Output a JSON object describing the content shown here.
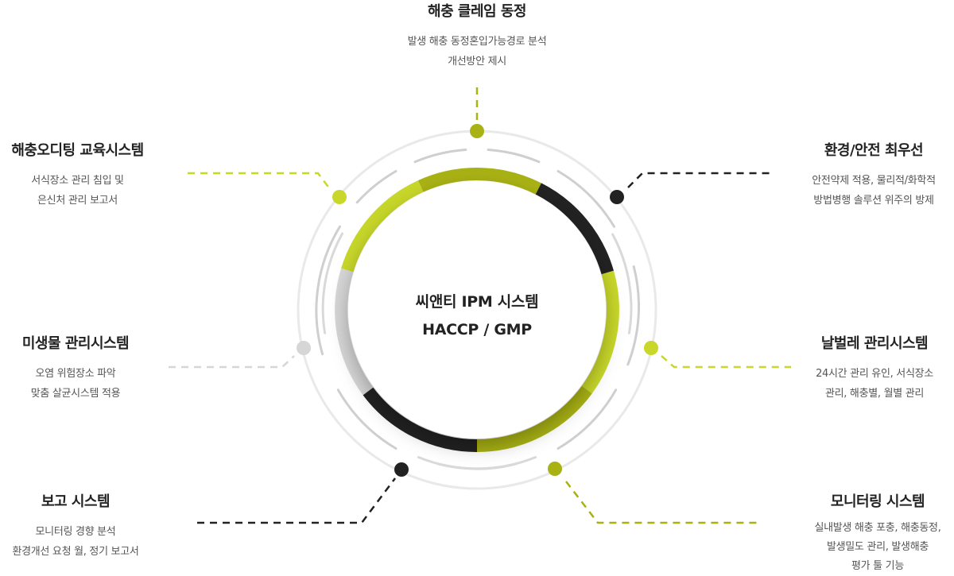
{
  "center": {
    "line1": "씨앤티 IPM 시스템",
    "line2": "HACCP / GMP"
  },
  "colors": {
    "lime": "#c8d72a",
    "olive": "#a9b214",
    "black": "#222222",
    "gray": "#d6d6d6"
  },
  "features": {
    "top": {
      "title": "해충 클레임 동정",
      "desc": [
        "발생 해충 동정혼입가능경로 분석",
        "개선방안 제시"
      ]
    },
    "upper_left": {
      "title": "해충오디팅 교육시스템",
      "desc": [
        "서식장소 관리 침입 및",
        "은신처 관리 보고서"
      ]
    },
    "upper_right": {
      "title": "환경/안전 최우선",
      "desc": [
        "안전약제 적용, 물리적/화학적",
        "방법병행 솔루션 위주의 방제"
      ]
    },
    "mid_left": {
      "title": "미생물 관리시스템",
      "desc": [
        "오염 위험장소 파악",
        "맞춤 살균시스템 적용"
      ]
    },
    "mid_right": {
      "title": "날벌레 관리시스템",
      "desc": [
        "24시간 관리 유인, 서식장소",
        "관리, 해충별, 월별 관리"
      ]
    },
    "lower_left": {
      "title": "보고 시스템",
      "desc": [
        "모니터링 경향 분석",
        "환경개선 요청 월, 정기 보고서"
      ]
    },
    "lower_right": {
      "title": "모니터링 시스템",
      "desc": [
        "실내발생 해충 포충, 해충동정,",
        "발생밀도 관리, 발생해충",
        "평가 툴 기능"
      ]
    }
  }
}
